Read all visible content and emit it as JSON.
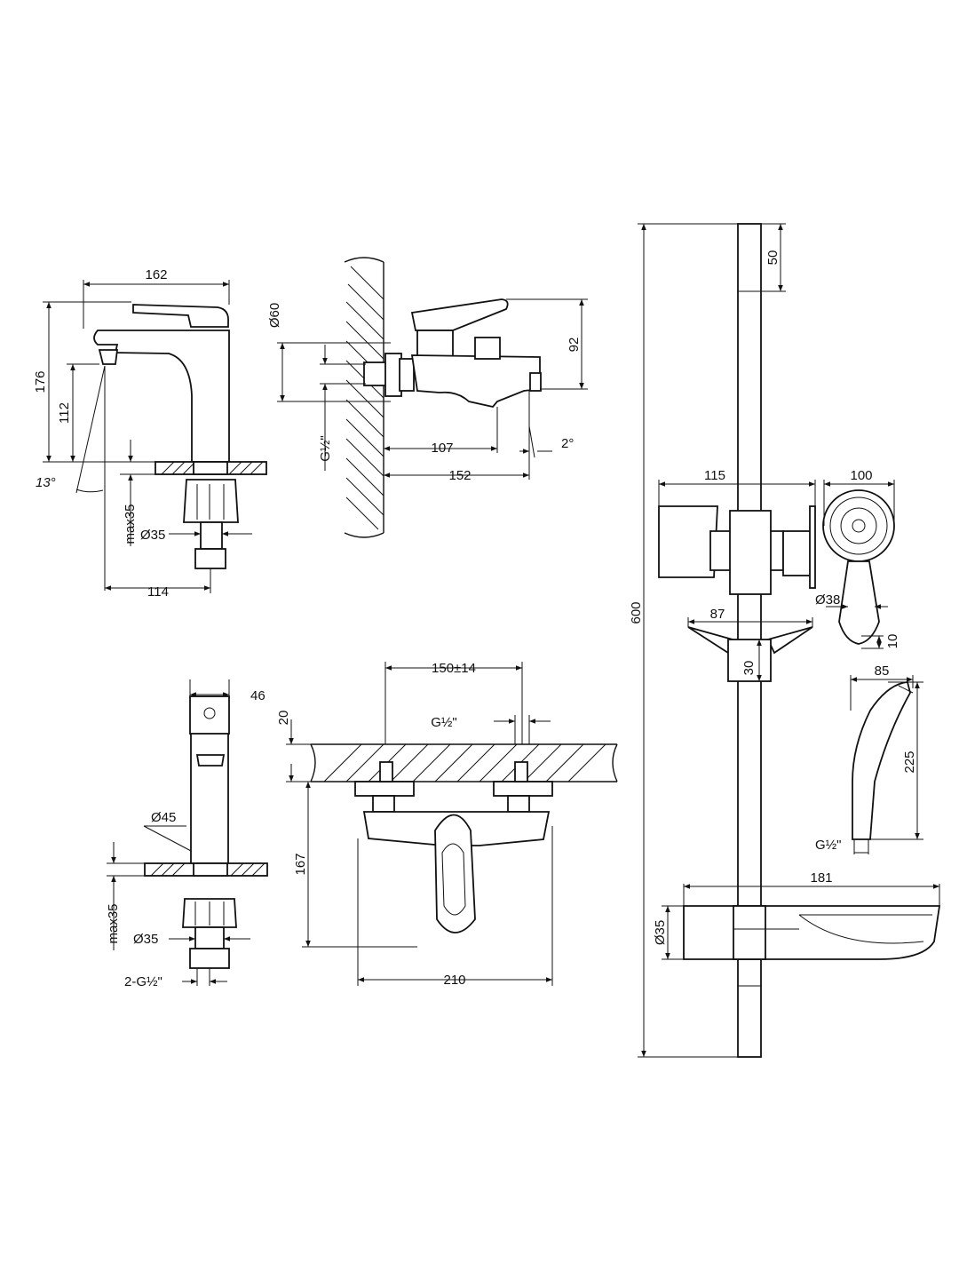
{
  "basin_mixer": {
    "width": "162",
    "height": "176",
    "spout_height": "112",
    "angle": "13°",
    "deck_thickness": "max35",
    "hole_diameter": "Ø35",
    "reach": "114"
  },
  "bath_mixer": {
    "escutcheon_diameter": "Ø60",
    "thread": "G½\"",
    "height": "92",
    "projection_body": "107",
    "projection_total": "152",
    "angle": "2°"
  },
  "pillar_tap": {
    "width": "46",
    "body_diameter": "Ø45",
    "deck_thickness": "max35",
    "hole_diameter": "Ø35",
    "connections": "2-G½\""
  },
  "shower_mixer": {
    "centres": "150±14",
    "thread": "G½\"",
    "offset": "20",
    "height": "167",
    "width": "210"
  },
  "shower_rail": {
    "length": "600",
    "top_cap": "50",
    "holder_width": "115",
    "head_diameter": "100",
    "handle_diameter": "Ø38",
    "handle_end": "10",
    "clamp_width": "87",
    "clamp_height": "30",
    "handshower_width": "85",
    "handshower_length": "225",
    "handshower_thread": "G½\"",
    "soap_dish_width": "181",
    "rail_diameter": "Ø35"
  }
}
